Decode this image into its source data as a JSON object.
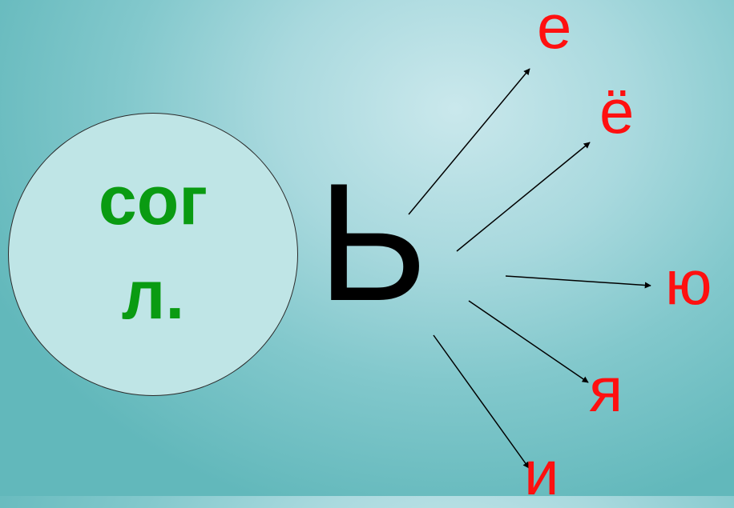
{
  "circle": {
    "line1": "сог",
    "line2": "л."
  },
  "center_letter": "Ь",
  "vowels": {
    "e": "е",
    "yo": "ё",
    "yu": "ю",
    "ya": "я",
    "i": "и"
  },
  "colors": {
    "circle_text": "#0a9b12",
    "vowels": "#ff1010",
    "center_letter": "#000000"
  }
}
